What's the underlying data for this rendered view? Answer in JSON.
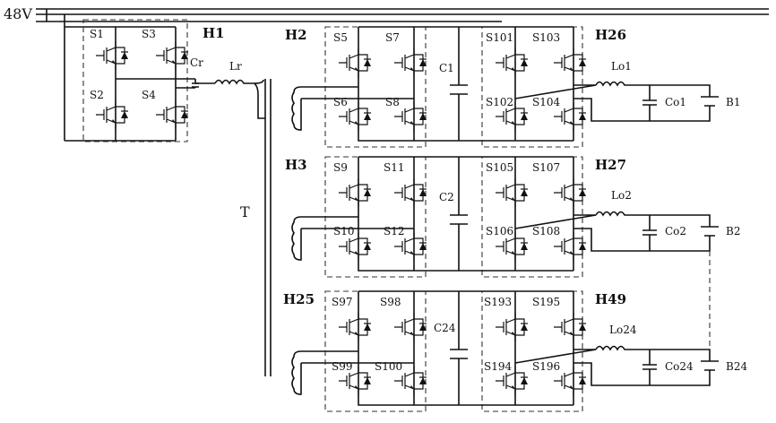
{
  "supply": {
    "voltage_label": "48V"
  },
  "transformer": {
    "label": "T"
  },
  "primary": {
    "block": "H1",
    "switches": [
      "S1",
      "S2",
      "S3",
      "S4"
    ],
    "resonant_cap": "Cr",
    "resonant_ind": "Lr"
  },
  "secondaries": [
    {
      "primary_block": "H2",
      "secondary_block": "H26",
      "left_switches": [
        "S5",
        "S6",
        "S7",
        "S8"
      ],
      "right_switches": [
        "S101",
        "S102",
        "S103",
        "S104"
      ],
      "bus_cap": "C1",
      "out_ind": "Lo1",
      "out_cap": "Co1",
      "battery": "B1"
    },
    {
      "primary_block": "H3",
      "secondary_block": "H27",
      "left_switches": [
        "S9",
        "S10",
        "S11",
        "S12"
      ],
      "right_switches": [
        "S105",
        "S106",
        "S107",
        "S108"
      ],
      "bus_cap": "C2",
      "out_ind": "Lo2",
      "out_cap": "Co2",
      "battery": "B2"
    },
    {
      "primary_block": "H25",
      "secondary_block": "H49",
      "left_switches": [
        "S97",
        "S99",
        "S98",
        "S100"
      ],
      "right_switches": [
        "S193",
        "S194",
        "S195",
        "S196"
      ],
      "bus_cap": "C24",
      "out_ind": "Lo24",
      "out_cap": "Co24",
      "battery": "B24"
    }
  ]
}
